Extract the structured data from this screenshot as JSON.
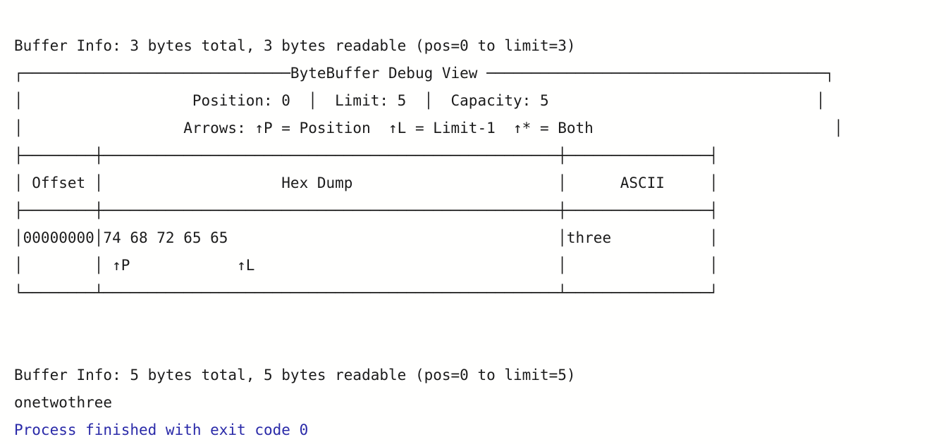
{
  "console": {
    "app": "run-console-output",
    "background_color": "#fffffe",
    "text_color": "#1b1b1b",
    "exit_color": "#2a2aa8",
    "lines": [
      {
        "id": "buffer-info-first",
        "kind": "text",
        "text": "Buffer Info: 3 bytes total, 3 bytes readable (pos=0 to limit=3)"
      },
      {
        "id": "box-top",
        "kind": "box",
        "text": "┌──────────────────────────────ByteBuffer Debug View ──────────────────────────────────────┐"
      },
      {
        "id": "box-meta-position",
        "kind": "box",
        "text": "│                   Position: 0  │  Limit: 5  │  Capacity: 5                              │"
      },
      {
        "id": "box-meta-arrows",
        "kind": "box",
        "text": "│                  Arrows: ↑P = Position  ↑L = Limit-1  ↑* = Both                           │"
      },
      {
        "id": "table-rule-top",
        "kind": "box",
        "text": "├────────┼───────────────────────────────────────────────────┼────────────────┤"
      },
      {
        "id": "table-header",
        "kind": "box",
        "text": "│ Offset │                    Hex Dump                       │      ASCII     │"
      },
      {
        "id": "table-rule-mid",
        "kind": "box",
        "text": "├────────┼───────────────────────────────────────────────────┼────────────────┤"
      },
      {
        "id": "table-data-row",
        "kind": "box",
        "text": "│00000000│74 68 72 65 65                                     │three           │"
      },
      {
        "id": "table-arrow-row",
        "kind": "box",
        "text": "│        │ ↑P            ↑L                                  │                │"
      },
      {
        "id": "table-rule-bottom",
        "kind": "box",
        "text": "└────────┴───────────────────────────────────────────────────┴────────────────┘"
      },
      {
        "id": "spacer-1",
        "kind": "blank",
        "text": " "
      },
      {
        "id": "spacer-2",
        "kind": "blank",
        "text": " "
      },
      {
        "id": "buffer-info-second",
        "kind": "text",
        "text": "Buffer Info: 5 bytes total, 5 bytes readable (pos=0 to limit=5)"
      },
      {
        "id": "concatenated-output",
        "kind": "text",
        "text": "onetwothree"
      },
      {
        "id": "process-exit",
        "kind": "exit",
        "text": "Process finished with exit code 0"
      }
    ],
    "details": {
      "buffer_info_1": {
        "label": "Buffer Info",
        "total_bytes": "3 bytes total",
        "readable_bytes": "3 bytes readable",
        "range": "(pos=0 to limit=3)"
      },
      "buffer_info_2": {
        "label": "Buffer Info",
        "total_bytes": "5 bytes total",
        "readable_bytes": "5 bytes readable",
        "range": "(pos=0 to limit=5)"
      },
      "debug_view": {
        "title": "ByteBuffer Debug View",
        "position_label": "Position:",
        "position_value": "0",
        "limit_label": "Limit:",
        "limit_value": "5",
        "capacity_label": "Capacity:",
        "capacity_value": "5",
        "arrows_label": "Arrows:",
        "arrow_legend_position": "↑P = Position",
        "arrow_legend_limit": "↑L = Limit-1",
        "arrow_legend_both": "↑* = Both",
        "columns": [
          "Offset",
          "Hex Dump",
          "ASCII"
        ],
        "rows": [
          {
            "offset": "00000000",
            "hex": "74 68 72 65 65",
            "ascii": "three",
            "markers": [
              "↑P",
              "↑L"
            ]
          }
        ]
      },
      "stdout": "onetwothree",
      "exit_message": "Process finished with exit code 0"
    }
  }
}
